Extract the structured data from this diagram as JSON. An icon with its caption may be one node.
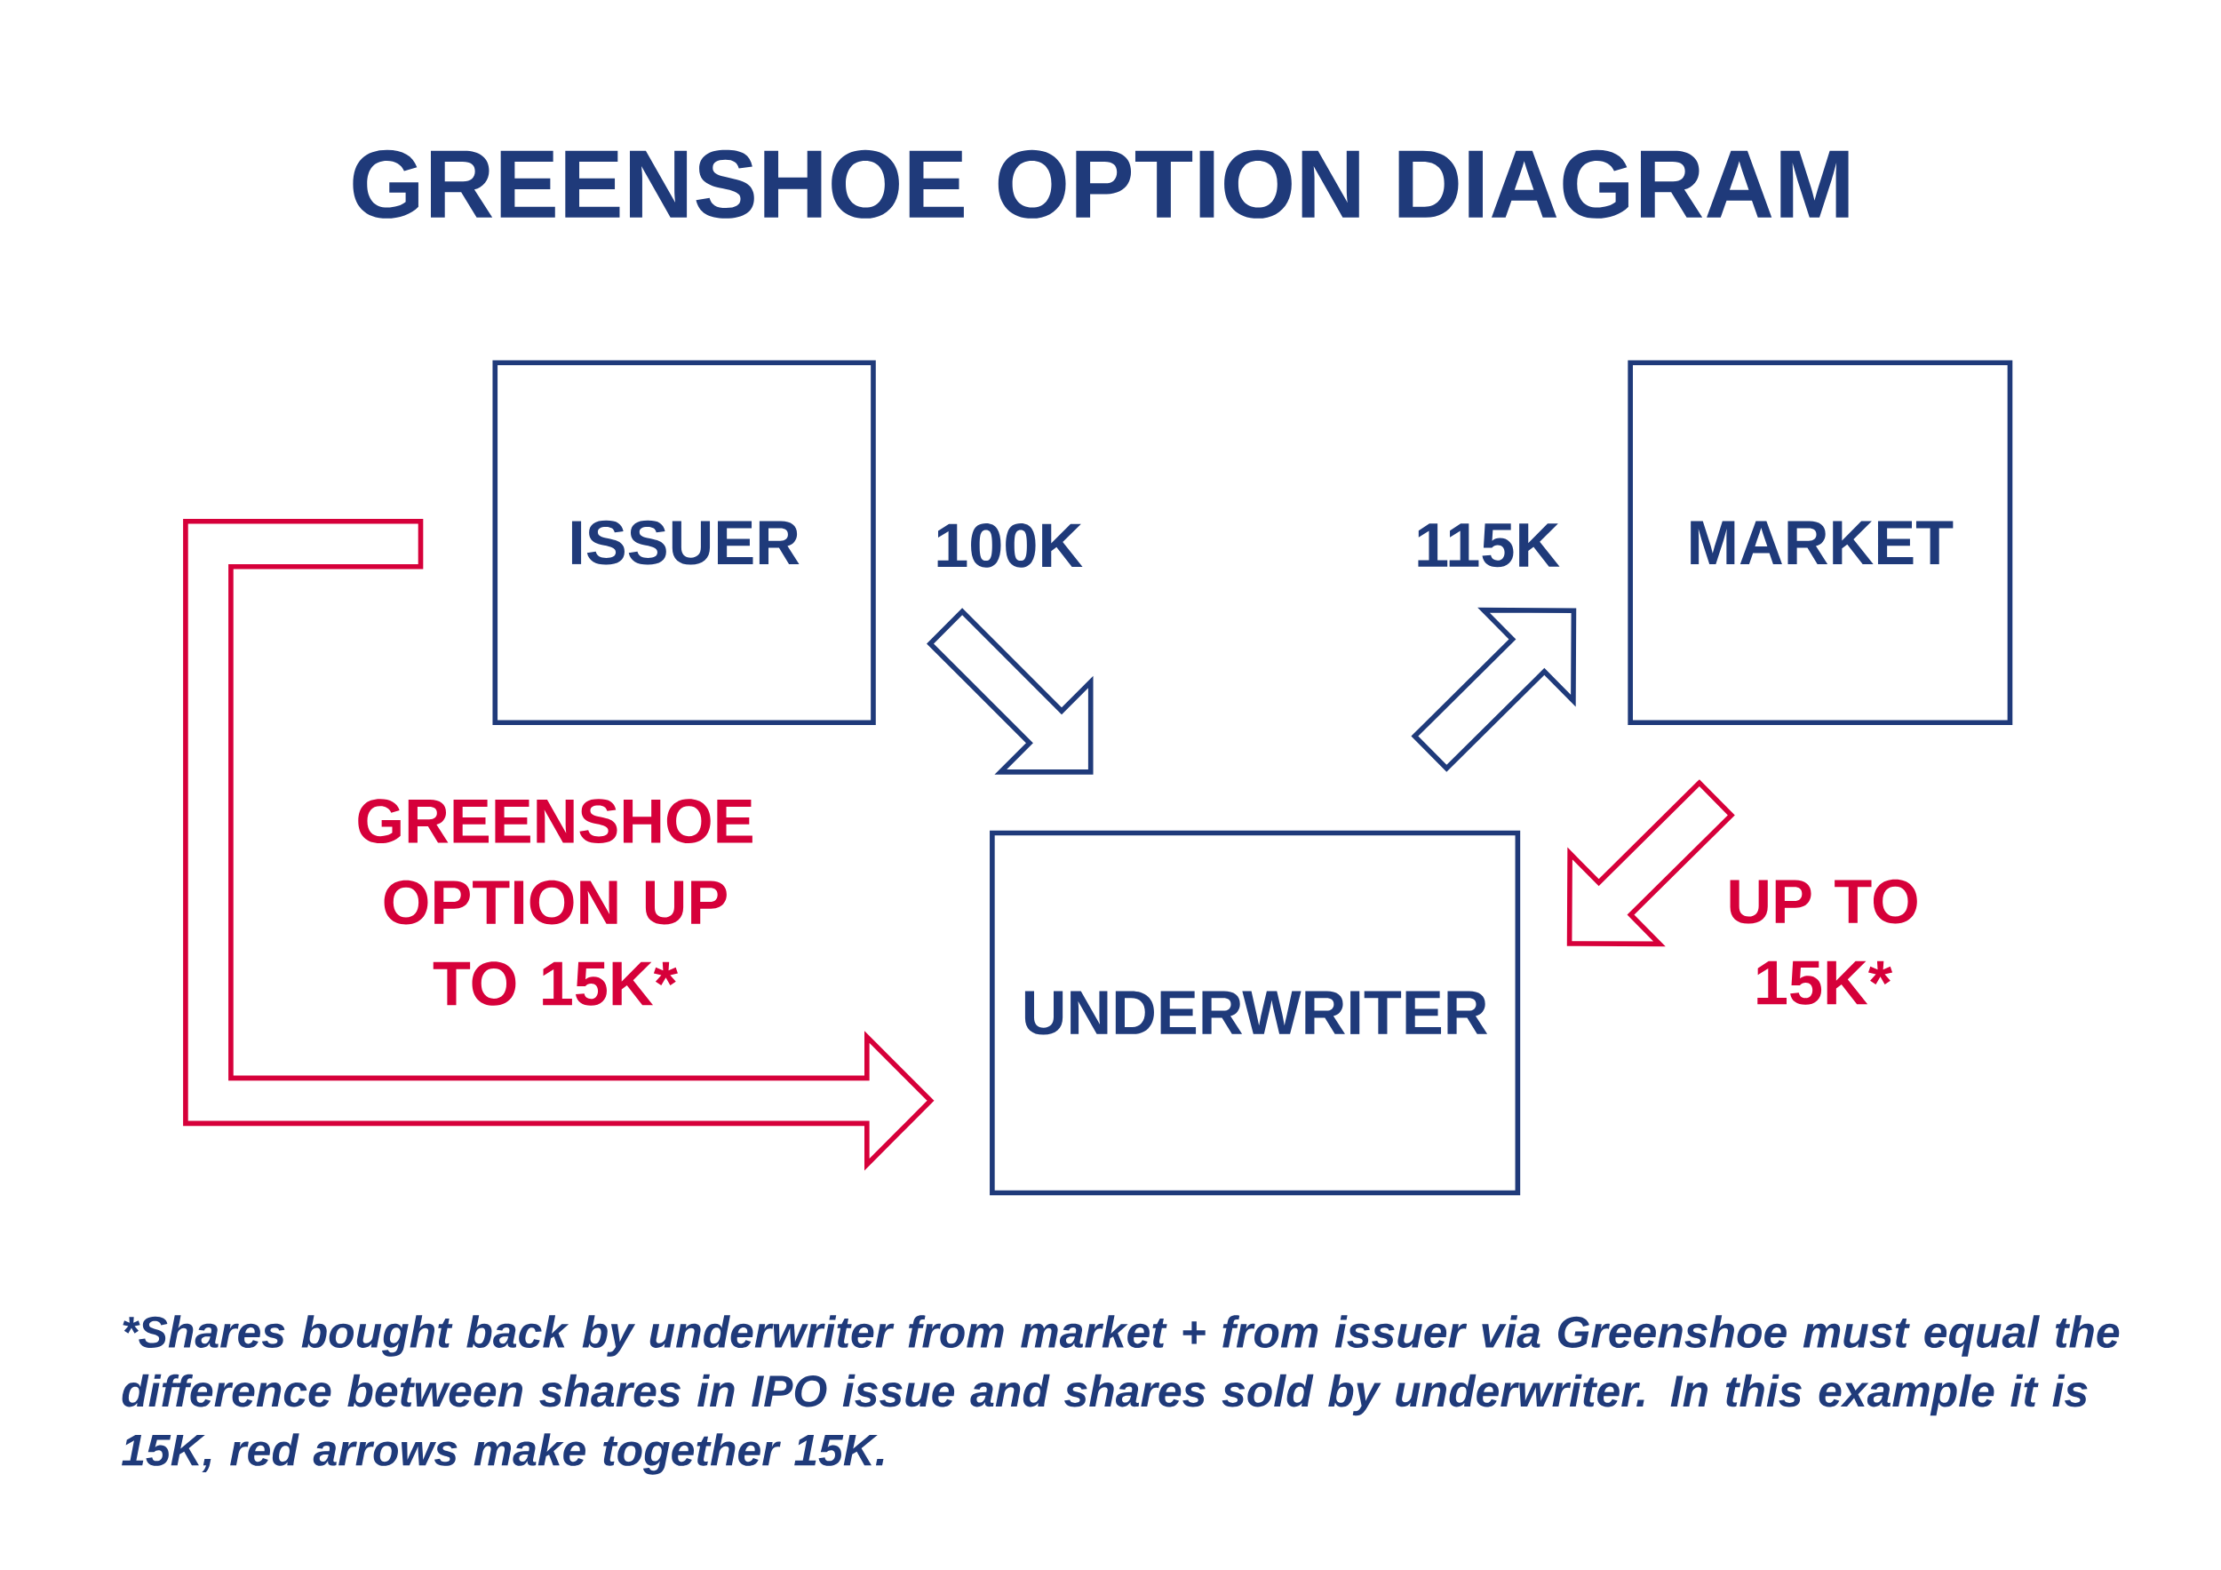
{
  "diagram": {
    "title": "GREENSHOE OPTION DIAGRAM",
    "nodes": [
      {
        "text": [
          "ISSUER"
        ]
      },
      {
        "text": [
          "MARKET"
        ]
      },
      {
        "text": [
          "UNDERWRITER"
        ]
      }
    ],
    "edges": [
      {
        "from": 0,
        "to": 2,
        "arrow": "to",
        "label": "100K",
        "style": "thick",
        "color": "#1f3a7a"
      },
      {
        "from": 2,
        "to": 1,
        "arrow": "to",
        "label": "115K",
        "style": "thick",
        "color": "#1f3a7a"
      },
      {
        "from": 1,
        "to": 2,
        "arrow": "to",
        "label": "UP TO 15K*",
        "style": "thick",
        "color": "#d6003a"
      },
      {
        "from": 0,
        "to": 2,
        "arrow": "to",
        "label": "GREENSHOE OPTION UP TO 15K*",
        "style": "thick",
        "color": "#d6003a"
      }
    ],
    "caption": "*Shares bought back by underwriter from market + from issuer via Greenshoe must equal the difference between shares in IPO issue and shares sold by underwriter. In this example it is 15K, red arrows make together 15K."
  }
}
